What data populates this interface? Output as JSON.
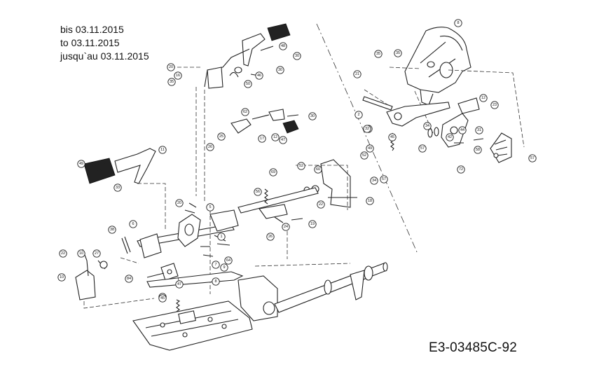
{
  "header": {
    "line1": "bis 03.11.2015",
    "line2": "to 03.11.2015",
    "line3": "jusqu`au 03.11.2015"
  },
  "drawing_code": "E3-03485C-92",
  "callouts": [
    "48",
    "8",
    "30",
    "20",
    "16",
    "30",
    "50",
    "35",
    "46",
    "30",
    "62",
    "17",
    "12",
    "47",
    "26",
    "25",
    "11",
    "49",
    "33",
    "20",
    "5",
    "57",
    "35",
    "45",
    "69",
    "52",
    "52",
    "60",
    "56",
    "22",
    "34",
    "10",
    "32",
    "34",
    "26",
    "18",
    "38",
    "6",
    "27",
    "22",
    "24",
    "19",
    "7",
    "64",
    "1",
    "9",
    "10",
    "84",
    "8",
    "47",
    "47",
    "45",
    "42",
    "35",
    "21",
    "12",
    "2",
    "23",
    "32",
    "44",
    "57",
    "31",
    "49",
    "58",
    "72",
    "57"
  ]
}
